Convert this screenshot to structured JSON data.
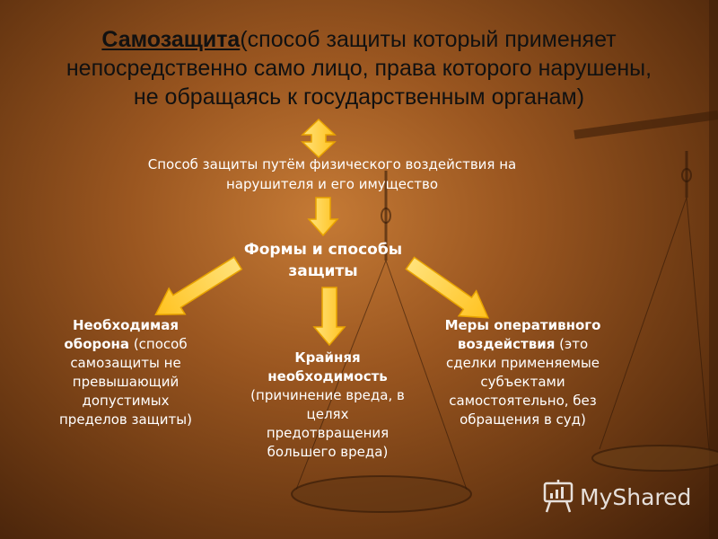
{
  "title": {
    "bold": "Самозащита",
    "rest_line1": "(способ защиты который применяет",
    "line2": "непосредственно само лицо, права которого нарушены,",
    "line3": "не обращаясь к государственным органам)"
  },
  "subtitle": "Способ защиты путём физического воздействия на нарушителя и его имущество",
  "forms": "Формы и способы защиты",
  "boxes": {
    "left": {
      "bold": "Необходимая оборона",
      "rest": " (способ самозащиты не превышающий допустимых пределов защиты)"
    },
    "center": {
      "bold": "Крайняя необходимость",
      "rest": " (причинение вреда, в целях предотвращения большего вреда)"
    },
    "right": {
      "bold": "Меры оперативного воздействия",
      "rest": " (это сделки применяемые субъектами самостоятельно, без обращения в суд)"
    }
  },
  "logo": {
    "text": "MyShared",
    "icon": "presentation-board-icon"
  },
  "colors": {
    "arrow_fill": "#ffd24a",
    "arrow_stroke": "#e8a300",
    "text": "#ffffff",
    "title_text": "#111111"
  }
}
